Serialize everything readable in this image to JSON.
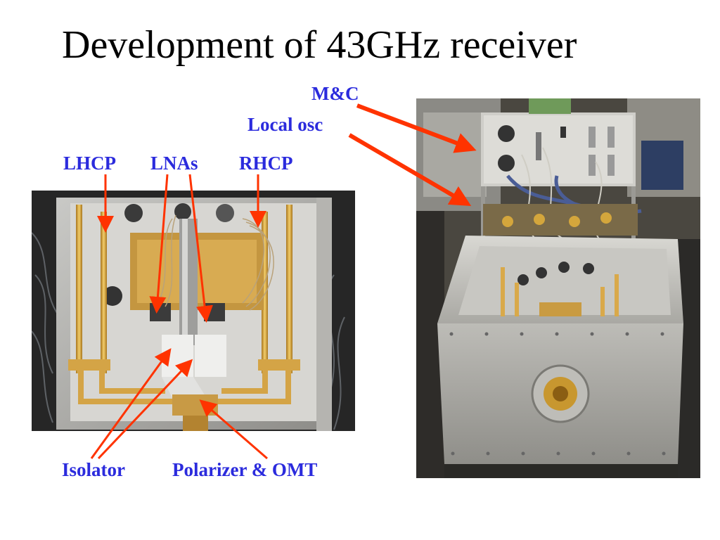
{
  "slide": {
    "title": "Development of 43GHz receiver"
  },
  "labels": {
    "mc": "M&C",
    "local_osc": "Local osc",
    "lhcp": "LHCP",
    "lnas": "LNAs",
    "rhcp": "RHCP",
    "isolator": "Isolator",
    "polarizer_omt": "Polarizer & OMT"
  },
  "colors": {
    "label_text": "#2b2bdd",
    "arrow": "#ff3300",
    "title_text": "#000000"
  }
}
